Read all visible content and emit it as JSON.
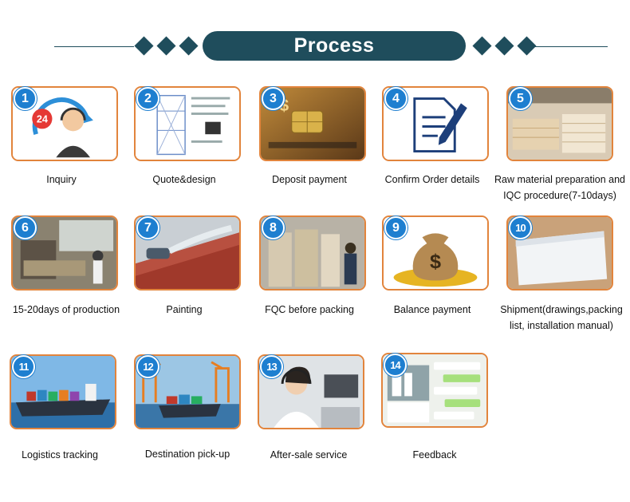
{
  "header": {
    "title": "Process"
  },
  "steps": [
    {
      "number": "1",
      "label": "Inquiry",
      "icon": "customer-service-icon"
    },
    {
      "number": "2",
      "label": "Quote&design",
      "icon": "design-drawing-icon"
    },
    {
      "number": "3",
      "label": "Deposit payment",
      "icon": "credit-card-icon"
    },
    {
      "number": "4",
      "label": "Confirm Order details",
      "icon": "document-pen-icon"
    },
    {
      "number": "5",
      "label": "Raw material preparation and IQC procedure(7-10days)",
      "icon": "lumber-stack-icon"
    },
    {
      "number": "6",
      "label": "15-20days of production",
      "icon": "factory-machine-icon"
    },
    {
      "number": "7",
      "label": "Painting",
      "icon": "spray-paint-icon"
    },
    {
      "number": "8",
      "label": "FQC before packing",
      "icon": "inspection-icon"
    },
    {
      "number": "9",
      "label": "Balance payment",
      "icon": "money-bag-icon"
    },
    {
      "number": "10",
      "label": "Shipment(drawings,packing list, installation manual)",
      "icon": "packing-icon"
    },
    {
      "number": "11",
      "label": "Logistics tracking",
      "icon": "cargo-ship-icon"
    },
    {
      "number": "12",
      "label": "Destination pick-up",
      "icon": "port-crane-icon"
    },
    {
      "number": "13",
      "label": "After-sale service",
      "icon": "headset-agent-icon"
    },
    {
      "number": "14",
      "label": "Feedback",
      "icon": "chat-messages-icon"
    }
  ],
  "colors": {
    "accent": "#1f4d5c",
    "border": "#e2843c",
    "badge": "#1e7fd0"
  }
}
